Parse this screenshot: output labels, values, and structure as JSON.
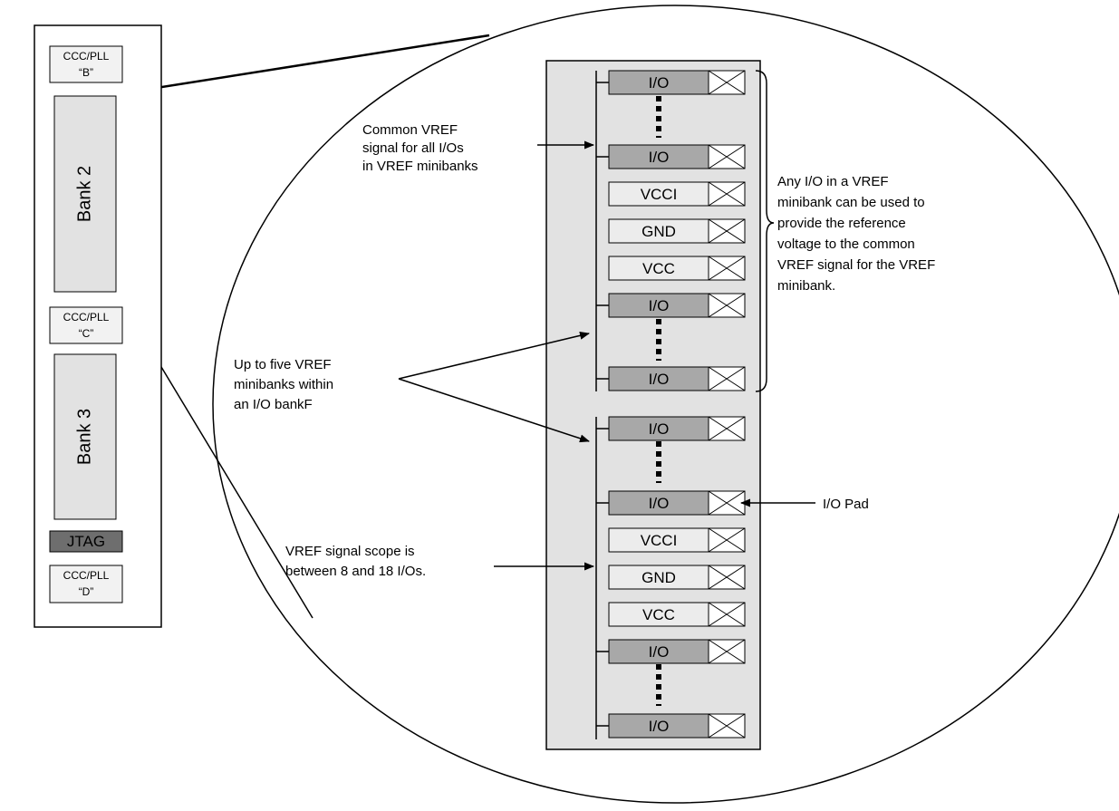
{
  "device": {
    "blocks": [
      {
        "kind": "ccc",
        "lines": [
          "CCC/PLL",
          "“B”"
        ]
      },
      {
        "kind": "bank",
        "label": "Bank 2"
      },
      {
        "kind": "ccc",
        "lines": [
          "CCC/PLL",
          "“C”"
        ]
      },
      {
        "kind": "bank",
        "label": "Bank 3"
      },
      {
        "kind": "jtag",
        "label": "JTAG"
      },
      {
        "kind": "ccc",
        "lines": [
          "CCC/PLL",
          "“D”"
        ]
      }
    ]
  },
  "io_column": {
    "slots": [
      {
        "label": "I/O",
        "type": "io"
      },
      {
        "label": "I/O",
        "type": "io"
      },
      {
        "label": "VCCI",
        "type": "power"
      },
      {
        "label": "GND",
        "type": "power"
      },
      {
        "label": "VCC",
        "type": "power"
      },
      {
        "label": "I/O",
        "type": "io"
      },
      {
        "label": "I/O",
        "type": "io"
      },
      {
        "label": "I/O",
        "type": "io"
      },
      {
        "label": "I/O",
        "type": "io"
      },
      {
        "label": "VCCI",
        "type": "power"
      },
      {
        "label": "GND",
        "type": "power"
      },
      {
        "label": "VCC",
        "type": "power"
      },
      {
        "label": "I/O",
        "type": "io"
      },
      {
        "label": "I/O",
        "type": "io"
      }
    ]
  },
  "annotations": {
    "common_vref": [
      "Common VREF",
      "signal for all I/Os",
      "in VREF minibanks"
    ],
    "any_io": [
      "Any I/O in a VREF",
      "minibank can be used to",
      "provide the reference",
      "voltage to the common",
      "VREF signal for the VREF",
      "minibank."
    ],
    "up_to_five": [
      "Up to five VREF",
      "minibanks within",
      "an I/O bankF"
    ],
    "io_pad": "I/O Pad",
    "scope": [
      "VREF signal scope is",
      "between 8 and 18 I/Os."
    ]
  },
  "colors": {
    "io_fill": "#a8a8a8",
    "power_fill": "#ececec",
    "panel_fill": "#e2e2e2",
    "bank_fill": "#e2e2e2",
    "jtag_fill": "#6e6e6e",
    "line": "#000000"
  }
}
